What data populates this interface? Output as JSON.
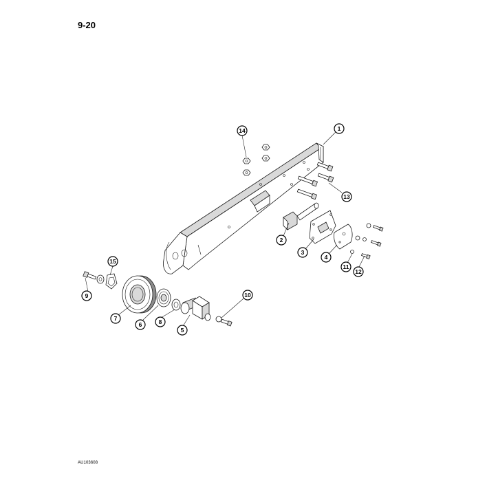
{
  "page": {
    "page_number": "9-20",
    "drawing_id": "AU103608"
  },
  "callouts": [
    {
      "label": "1"
    },
    {
      "label": "2"
    },
    {
      "label": "3"
    },
    {
      "label": "4"
    },
    {
      "label": "5"
    },
    {
      "label": "6"
    },
    {
      "label": "7"
    },
    {
      "label": "8"
    },
    {
      "label": "9"
    },
    {
      "label": "10"
    },
    {
      "label": "11"
    },
    {
      "label": "12"
    },
    {
      "label": "13"
    },
    {
      "label": "14"
    },
    {
      "label": "15"
    }
  ]
}
